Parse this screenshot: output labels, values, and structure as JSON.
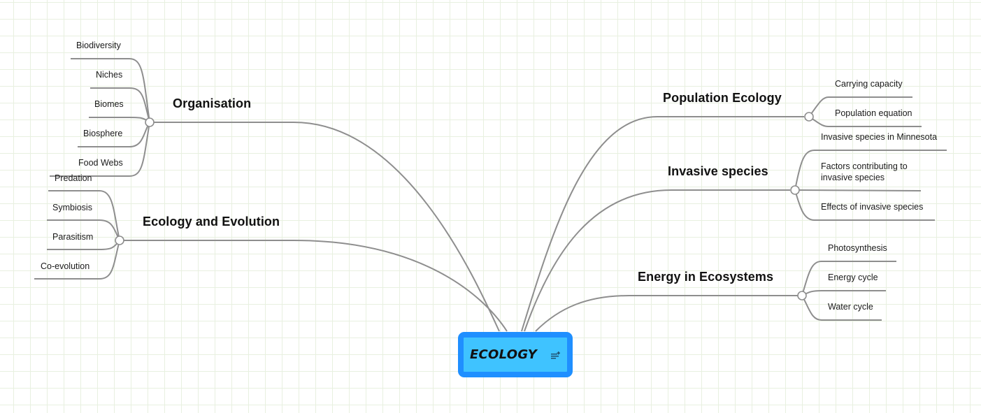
{
  "root": {
    "title": "ECOLOGY",
    "icon": "add-note-icon",
    "border_color": "#1f8fff",
    "fill_color": "#3fc3ff"
  },
  "line_color": "#8e8e8e",
  "branches": [
    {
      "id": "organisation",
      "label": "Organisation",
      "side": "left",
      "children": [
        "Biodiversity",
        "Niches",
        "Biomes",
        "Biosphere",
        "Food Webs"
      ]
    },
    {
      "id": "ecology-evolution",
      "label": "Ecology and Evolution",
      "side": "left",
      "children": [
        "Predation",
        "Symbiosis",
        "Parasitism",
        "Co-evolution"
      ]
    },
    {
      "id": "population-ecology",
      "label": "Population Ecology",
      "side": "right",
      "children": [
        "Carrying capacity",
        "Population equation"
      ]
    },
    {
      "id": "invasive-species",
      "label": "Invasive species",
      "side": "right",
      "children": [
        "Invasive species in Minnesota",
        "Factors contributing to invasive species",
        "Effects of invasive species"
      ]
    },
    {
      "id": "energy-ecosystems",
      "label": "Energy in Ecosystems",
      "side": "right",
      "children": [
        "Photosynthesis",
        "Energy cycle",
        "Water cycle"
      ]
    }
  ],
  "labels": {
    "factors_line1": "Factors contributing to",
    "factors_line2": "invasive species"
  }
}
